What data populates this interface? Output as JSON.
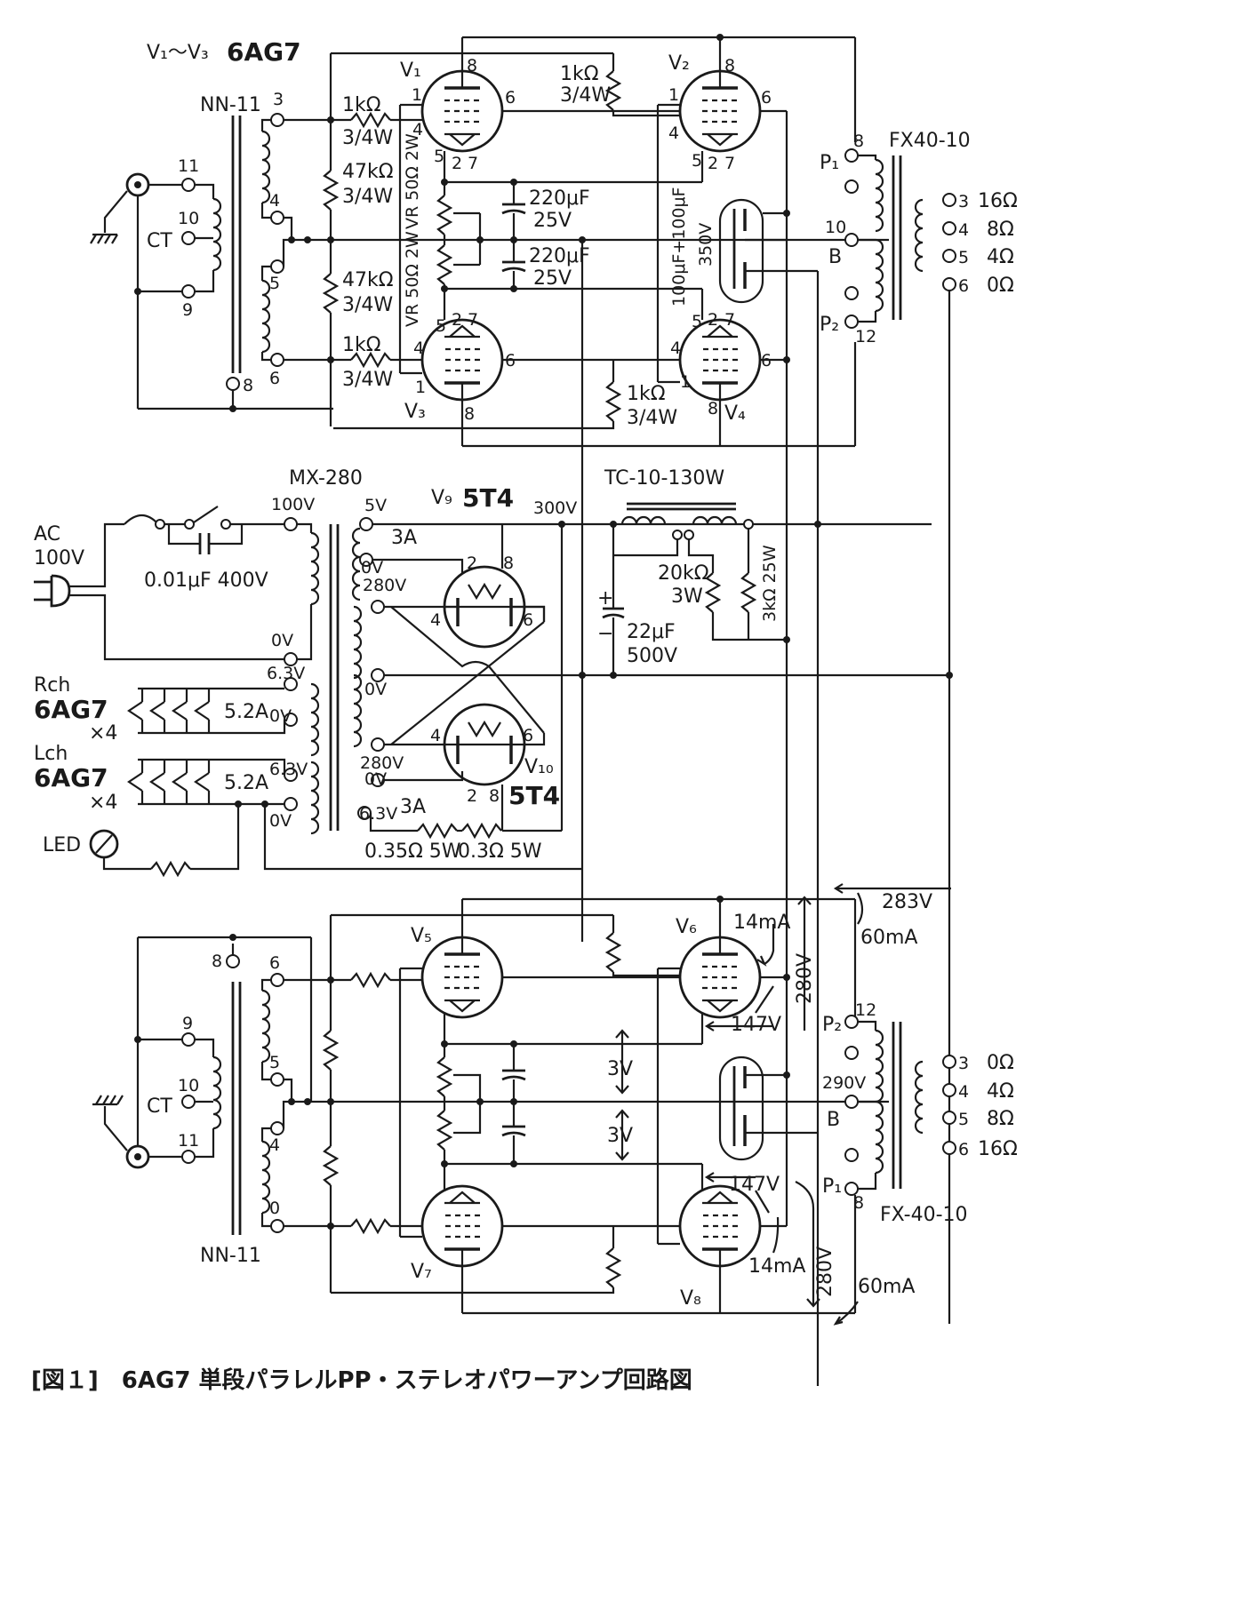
{
  "caption": "[図１]　6AG7 単段パラレルPP・ステレオパワーアンプ回路図",
  "tube_header": {
    "range": "V₁～V₃",
    "type": "6AG7"
  },
  "input_transformers": {
    "upper": "NN-11",
    "lower": "NN-11"
  },
  "output_transformers": {
    "upper": "FX40-10",
    "lower": "FX-40-10"
  },
  "power_transformer": "MX-280",
  "choke": "TC-10-130W",
  "rectifier": {
    "v9": "V₉",
    "v10": "V₁₀",
    "type": "5T4"
  },
  "tubes": {
    "v1": "V₁",
    "v2": "V₂",
    "v3": "V₃",
    "v4": "V₄",
    "v5": "V₅",
    "v6": "V₆",
    "v7": "V₇",
    "v8": "V₈"
  },
  "pins": {
    "p1": "1",
    "p2": "2",
    "p4": "4",
    "p5": "5",
    "p6": "6",
    "p7": "7",
    "p8": "8",
    "p0": "0",
    "p3": "3",
    "p9": "9",
    "p10": "10",
    "p11": "11",
    "p12": "12"
  },
  "labels": {
    "ct": "CT",
    "r1k": "1kΩ",
    "w34": "3/4W",
    "r47k": "47kΩ",
    "vr": "VR 50Ω 2W",
    "c220": "220μF",
    "v25": "25V",
    "c100": "100μF+100μF",
    "v350": "350V",
    "ohm16": "16Ω",
    "ohm8": "8Ω",
    "ohm4": "4Ω",
    "ohm0": "0Ω",
    "P1": "P₁",
    "P2": "P₂",
    "B": "B",
    "ac": "AC",
    "ac100": "100V",
    "c001": "0.01μF 400V",
    "v100": "100V",
    "v0": "0V",
    "v63": "6.3V",
    "v5": "5V",
    "a3": "3A",
    "v280": "280V",
    "v300": "300V",
    "r20k": "20kΩ",
    "w3": "3W",
    "r3k": "3kΩ 25W",
    "c22": "22μF",
    "v500": "500V",
    "plus": "+",
    "minus": "−",
    "rch": "Rch",
    "lch": "Lch",
    "heater_tube": "6AG7",
    "x4": "×4",
    "a52": "5.2A",
    "led": "LED",
    "r035": "0.35Ω 5W",
    "r03": "0.3Ω 5W",
    "v283": "283V",
    "ma60": "60mA",
    "ma14": "14mA",
    "v147": "147V",
    "v3": "3V",
    "v290": "290V"
  }
}
